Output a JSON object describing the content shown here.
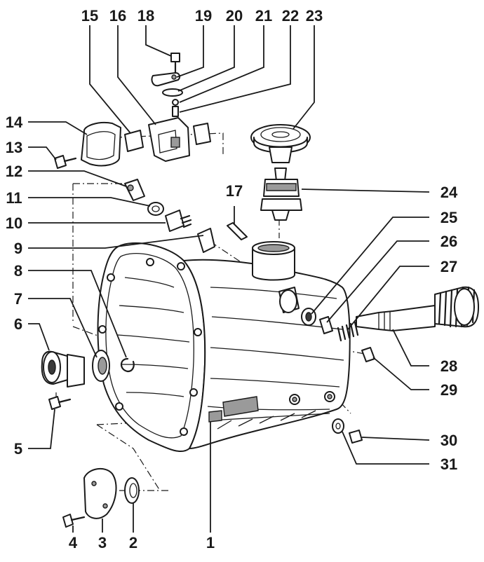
{
  "labels": {
    "1": "1",
    "2": "2",
    "3": "3",
    "4": "4",
    "5": "5",
    "6": "6",
    "7": "7",
    "8": "8",
    "9": "9",
    "10": "10",
    "11": "11",
    "12": "12",
    "13": "13",
    "14": "14",
    "15": "15",
    "16": "16",
    "17": "17",
    "18": "18",
    "19": "19",
    "20": "20",
    "21": "21",
    "22": "22",
    "23": "23",
    "24": "24",
    "25": "25",
    "26": "26",
    "27": "27",
    "28": "28",
    "29": "29",
    "30": "30",
    "31": "31"
  }
}
